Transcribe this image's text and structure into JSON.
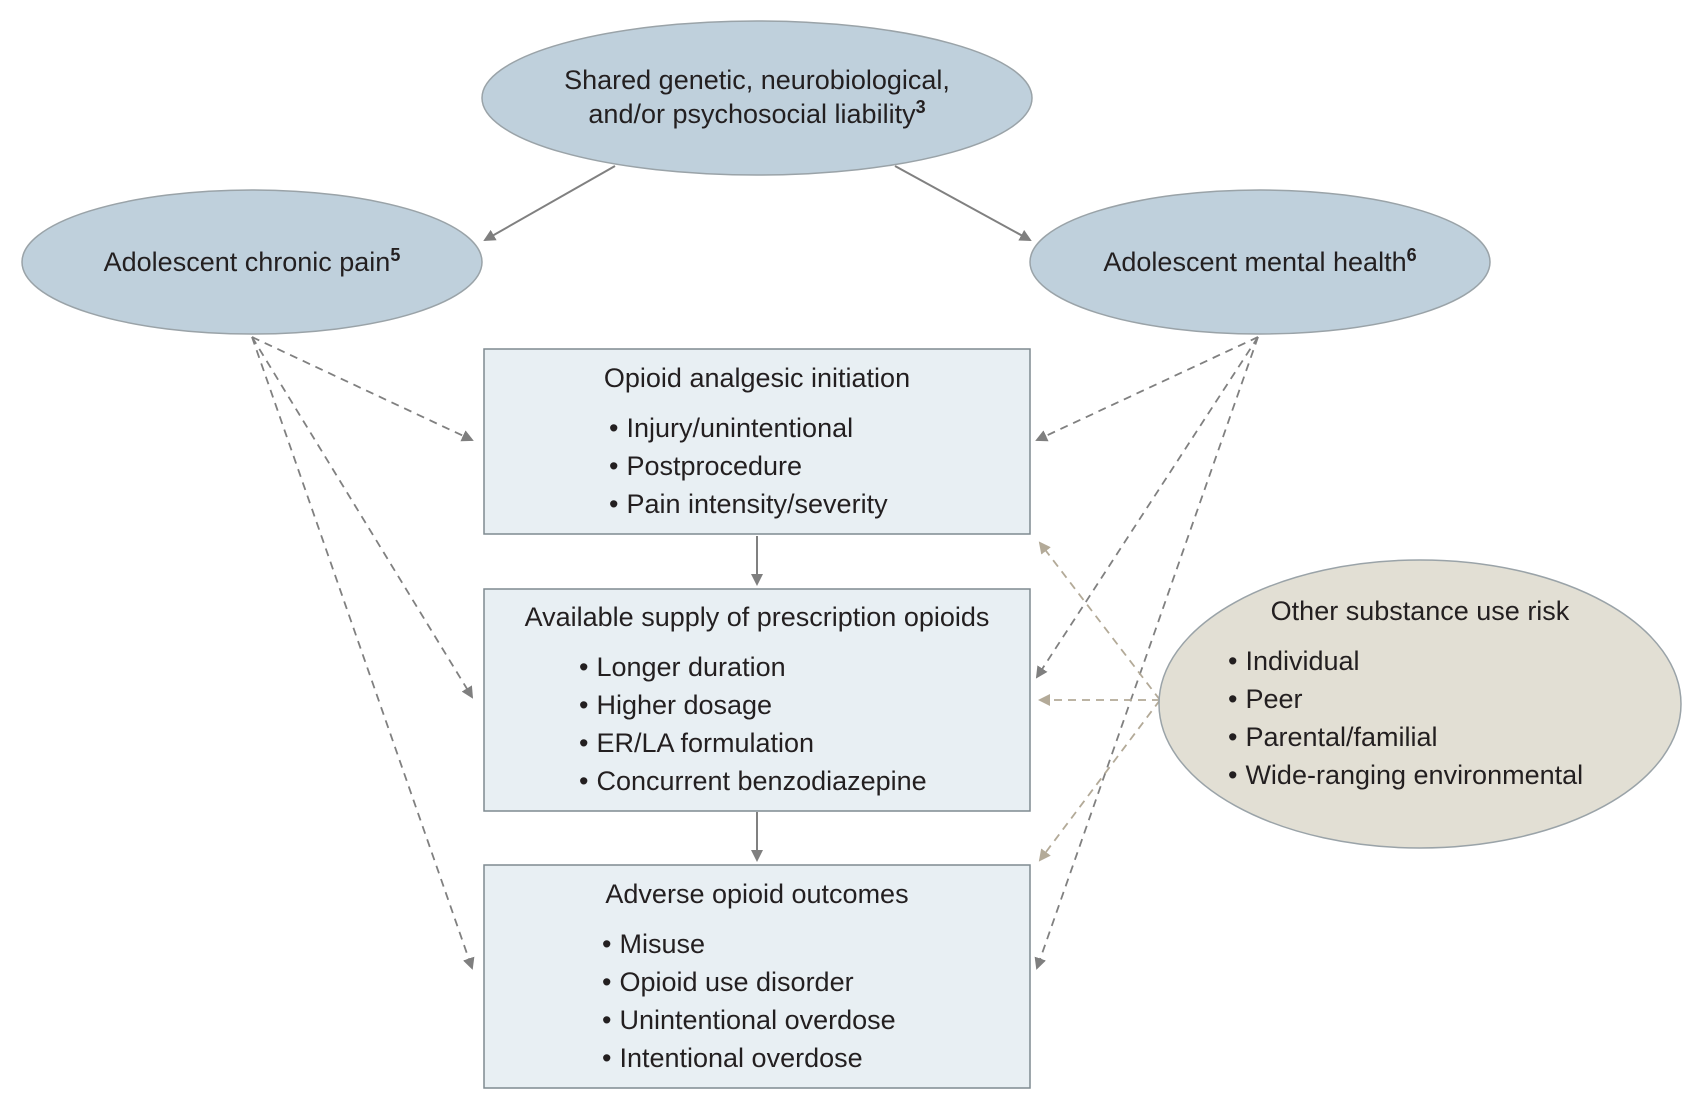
{
  "top_node": {
    "line1": "Shared genetic, neurobiological,",
    "line2": "and/or psychosocial liability",
    "ref": "3"
  },
  "pain_node": {
    "label": "Adolescent chronic pain",
    "ref": "5"
  },
  "mental_node": {
    "label": "Adolescent mental health",
    "ref": "6"
  },
  "box_initiation": {
    "title": "Opioid analgesic initiation",
    "items": [
      "Injury/unintentional",
      "Postprocedure",
      "Pain intensity/severity"
    ]
  },
  "box_supply": {
    "title": "Available supply of prescription opioids",
    "items": [
      "Longer duration",
      "Higher dosage",
      "ER/LA formulation",
      "Concurrent benzodiazepine"
    ]
  },
  "box_outcomes": {
    "title": "Adverse opioid outcomes",
    "items": [
      "Misuse",
      "Opioid use disorder",
      "Unintentional overdose",
      "Intentional overdose"
    ]
  },
  "other_node": {
    "title": "Other substance use risk",
    "items": [
      "Individual",
      "Peer",
      "Parental/familial",
      "Wide-ranging environmental"
    ]
  },
  "colors": {
    "blue_fill": "#bfd0dc",
    "box_fill": "#e8eff3",
    "tan_fill": "#e2dfd4",
    "arrow": "#808080",
    "tan_arrow": "#a89f8c"
  }
}
